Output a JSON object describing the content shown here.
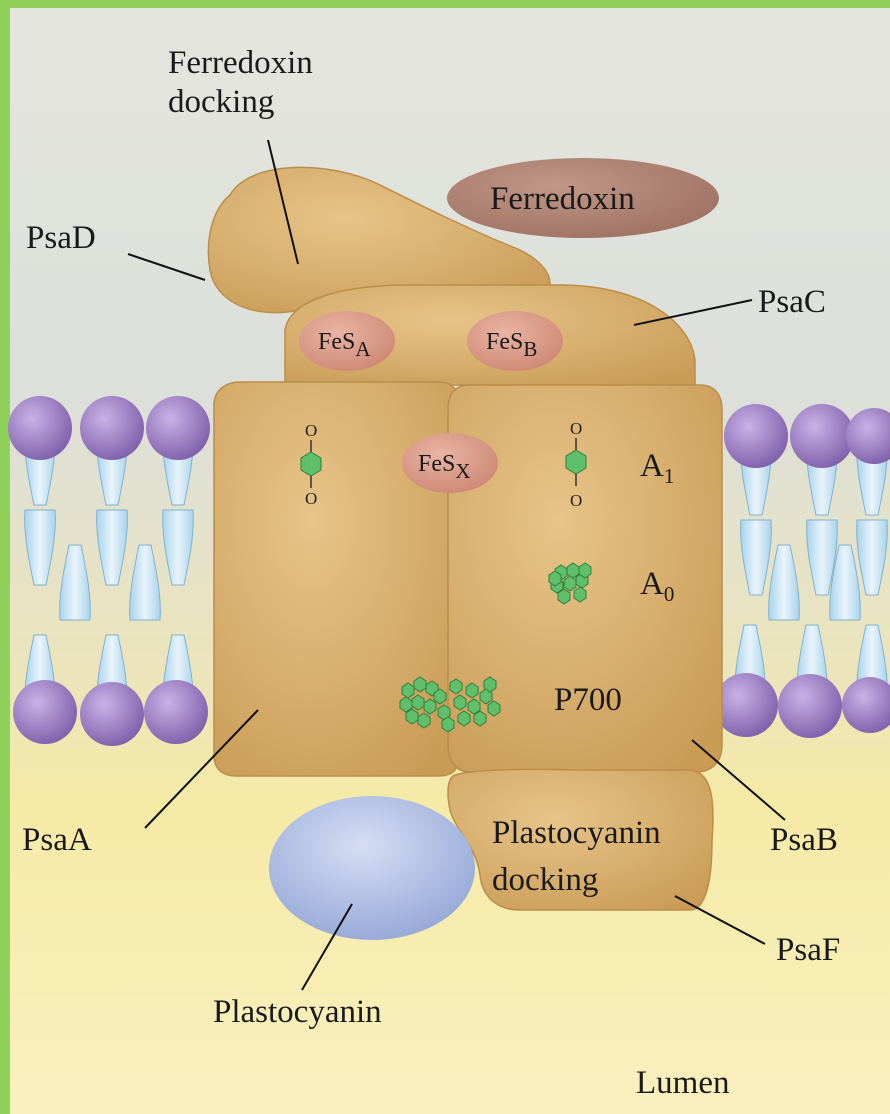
{
  "labels": {
    "ferredoxin_docking_line1": "Ferredoxin",
    "ferredoxin_docking_line2": "docking",
    "ferredoxin": "Ferredoxin",
    "psaD": "PsaD",
    "psaC": "PsaC",
    "fes_a_base": "FeS",
    "fes_a_sub": "A",
    "fes_b_base": "FeS",
    "fes_b_sub": "B",
    "fes_x_base": "FeS",
    "fes_x_sub": "X",
    "a1_base": "A",
    "a1_sub": "1",
    "a0_base": "A",
    "a0_sub": "0",
    "p700": "P700",
    "psaA": "PsaA",
    "psaB": "PsaB",
    "plastocyanin_docking_line1": "Plastocyanin",
    "plastocyanin_docking_line2": "docking",
    "psaF": "PsaF",
    "plastocyanin": "Plastocyanin",
    "lumen": "Lumen",
    "quinone_o": "O"
  },
  "colors": {
    "frame": "#8fd15a",
    "stroma_bg": "#dfe2dc",
    "lumen_bg": "#f6ecb0",
    "protein": "#d6ad68",
    "protein_edge": "#b98e4a",
    "ferredoxin": "#a97e6e",
    "fes_cluster": "#d99a88",
    "plastocyanin": "#9fb2dd",
    "chlorophyll": "#5fbf6a",
    "lipid_head": "#9a7ac2",
    "lipid_tail": "#bfe0f2"
  }
}
